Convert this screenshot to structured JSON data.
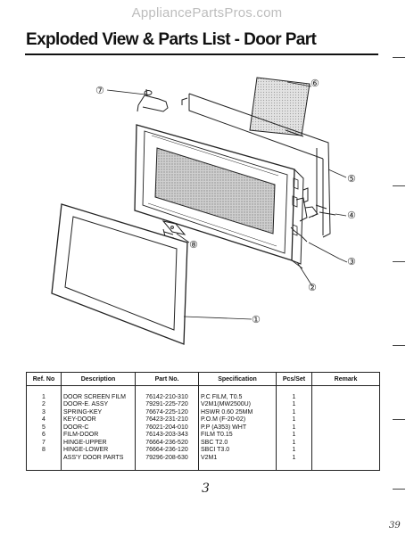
{
  "watermark": "AppliancePartsPros.com",
  "title": "Exploded View & Parts List - Door Part",
  "callouts": [
    "⑦",
    "⑥",
    "⑤",
    "④",
    "③",
    "②",
    "①",
    "⑧"
  ],
  "table": {
    "headers": [
      "Ref. No",
      "Description",
      "Part No.",
      "Specification",
      "Pcs/Set",
      "Remark"
    ],
    "rows": [
      {
        "ref": "1",
        "desc": "DOOR SCREEN FILM",
        "part": "76142-210-310",
        "spec": "P.C FILM, T0.5",
        "pcs": "1",
        "remark": ""
      },
      {
        "ref": "2",
        "desc": "DOOR-E. ASSY",
        "part": "79291-225-720",
        "spec": "V2M1(MW2500U)",
        "pcs": "1",
        "remark": ""
      },
      {
        "ref": "3",
        "desc": "SPRING-KEY",
        "part": "76674-225-120",
        "spec": "HSWR 0.60 25MM",
        "pcs": "1",
        "remark": ""
      },
      {
        "ref": "4",
        "desc": "KEY-DOOR",
        "part": "76423-231-210",
        "spec": "P.O.M (F-20-02)",
        "pcs": "1",
        "remark": ""
      },
      {
        "ref": "5",
        "desc": "DOOR-C",
        "part": "76021-204-010",
        "spec": "P.P (A353) WHT",
        "pcs": "1",
        "remark": ""
      },
      {
        "ref": "6",
        "desc": "FILM-DOOR",
        "part": "76143-203-343",
        "spec": "FILM T0.15",
        "pcs": "1",
        "remark": ""
      },
      {
        "ref": "7",
        "desc": "HINGE-UPPER",
        "part": "76664-236-520",
        "spec": "SBC T2.0",
        "pcs": "1",
        "remark": ""
      },
      {
        "ref": "8",
        "desc": "HINGE-LOWER",
        "part": "76664-236-120",
        "spec": "SBCI T3.0",
        "pcs": "1",
        "remark": ""
      },
      {
        "ref": "",
        "desc": "ASS'Y DOOR PARTS",
        "part": "79296-208-630",
        "spec": "V2M1",
        "pcs": "1",
        "remark": ""
      }
    ]
  },
  "page_number": "3",
  "corner_mark": "39"
}
